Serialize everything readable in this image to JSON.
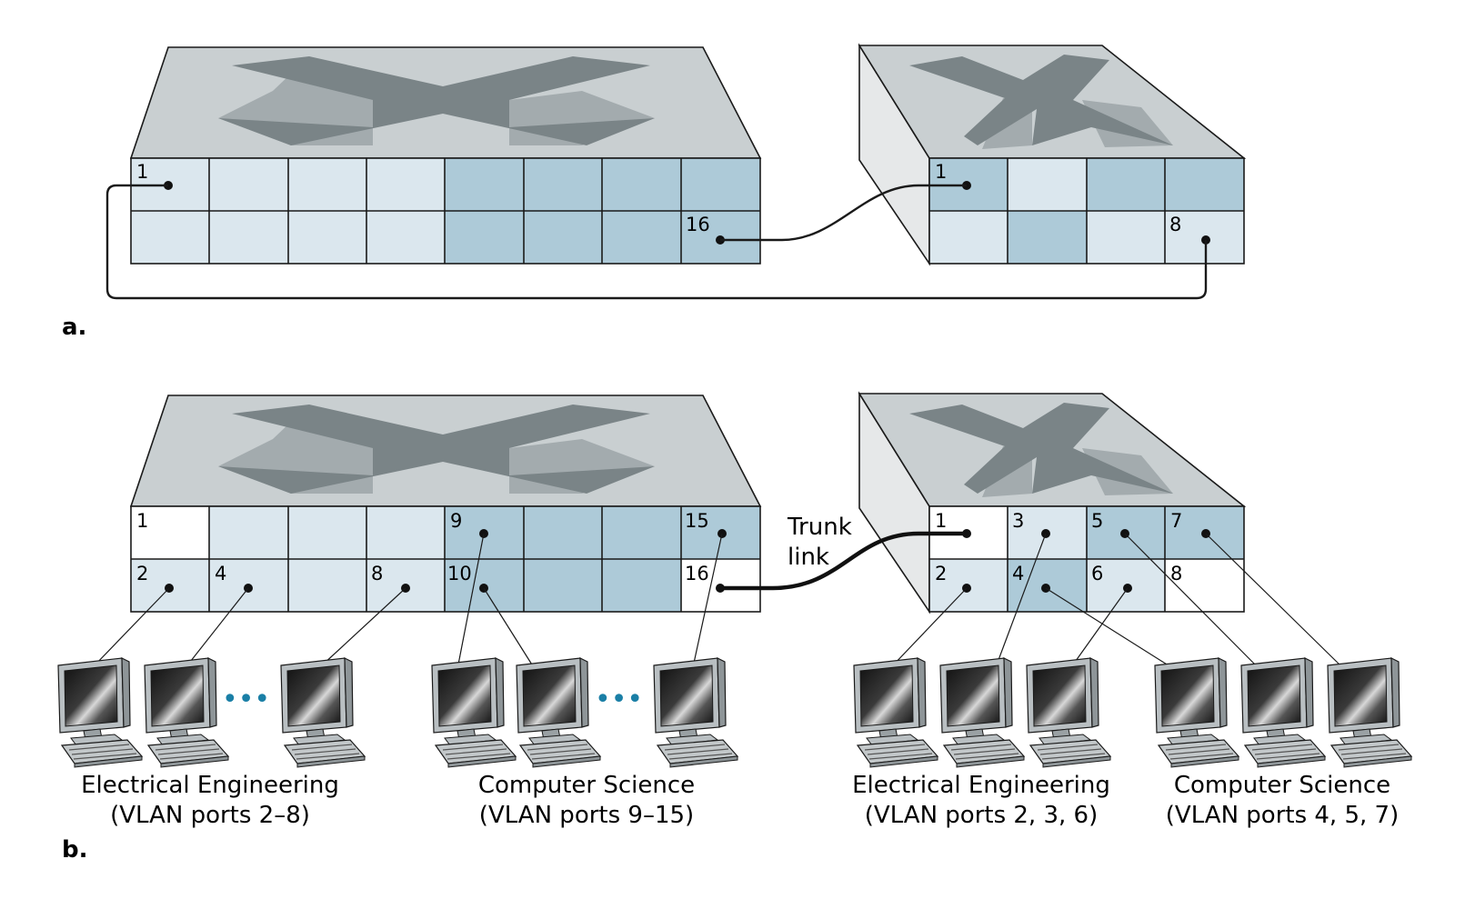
{
  "panel_a": {
    "label": "a.",
    "left_switch": {
      "ports": {
        "p1": "1",
        "p16": "16"
      }
    },
    "right_switch": {
      "ports": {
        "p1": "1",
        "p8": "8"
      }
    }
  },
  "panel_b": {
    "label": "b.",
    "trunk_label_line1": "Trunk",
    "trunk_label_line2": "link",
    "left_switch": {
      "ports": {
        "p1": "1",
        "p2": "2",
        "p4": "4",
        "p8": "8",
        "p9": "9",
        "p10": "10",
        "p15": "15",
        "p16": "16"
      }
    },
    "right_switch": {
      "ports": {
        "p1": "1",
        "p2": "2",
        "p3": "3",
        "p4": "4",
        "p5": "5",
        "p6": "6",
        "p7": "7",
        "p8": "8"
      }
    },
    "ellipsis": "•••",
    "groups": [
      {
        "name": "Electrical Engineering",
        "ports": "(VLAN ports 2–8)"
      },
      {
        "name": "Computer Science",
        "ports": "(VLAN ports 9–15)"
      },
      {
        "name": "Electrical Engineering",
        "ports": "(VLAN ports 2, 3, 6)"
      },
      {
        "name": "Computer Science",
        "ports": "(VLAN ports 4, 5, 7)"
      }
    ]
  },
  "colors": {
    "ee_port": "#dbe7ee",
    "cs_port": "#adcad8",
    "trunk_port": "#ffffff",
    "ellipsis": "#1a7fa6"
  }
}
